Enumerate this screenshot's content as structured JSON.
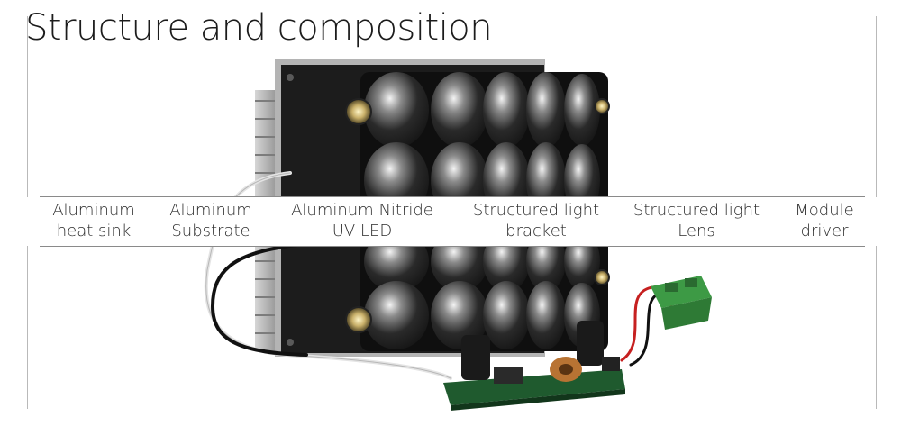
{
  "title": "Structure and composition",
  "components": [
    {
      "line1": "Aluminum",
      "line2": "heat sink"
    },
    {
      "line1": "Aluminum",
      "line2": "Substrate"
    },
    {
      "line1": "Aluminum Nitride",
      "line2": "UV LED"
    },
    {
      "line1": "Structured light",
      "line2": "bracket"
    },
    {
      "line1": "Structured light",
      "line2": "Lens"
    },
    {
      "line1": "Module",
      "line2": "driver"
    }
  ],
  "colors": {
    "heat_sink": "#b8b8b8",
    "substrate": "#1e1e1e",
    "lens": "#2c2c2c",
    "pcb": "#1f5a2e",
    "terminal": "#3d9a45"
  }
}
